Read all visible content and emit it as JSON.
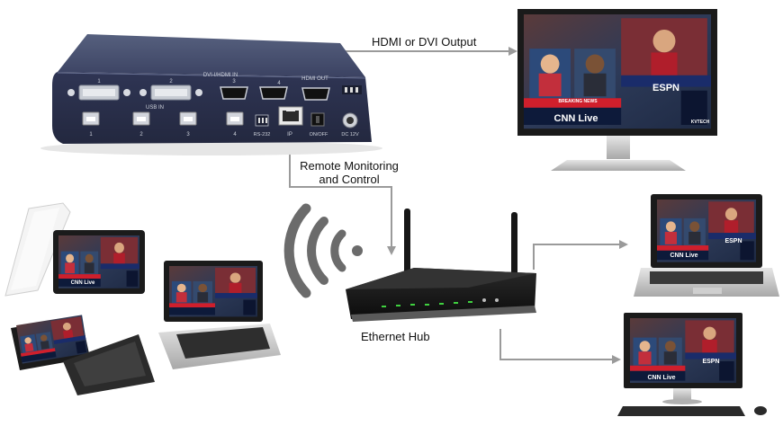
{
  "labels": {
    "hdmi_output": "HDMI or DVI Output",
    "remote_monitoring": "Remote Monitoring",
    "and_control": "and Control",
    "ethernet_hub": "Ethernet Hub"
  },
  "device": {
    "input_group_label": "DVI-I/HDMI IN",
    "usb_group_label": "USB IN",
    "output_label": "HDMI OUT",
    "rs232_label": "RS-232",
    "ip_label": "IP",
    "power_switch_label": "ON/OFF",
    "dc_label": "DC 12V",
    "input_numbers": [
      "1",
      "2",
      "3",
      "4"
    ],
    "usb_numbers": [
      "1",
      "2",
      "3",
      "4"
    ]
  },
  "screen_content": {
    "channel_a": "ESPN",
    "channel_b": "CNN Live",
    "ticker": "BREAKING NEWS",
    "brand": "KVTECH"
  },
  "colors": {
    "device_body": "#3a3f5c",
    "connector_line": "#9a9a9a",
    "wifi": "#6b6b6b",
    "router_body": "#1c1c1c",
    "router_led": "#3fd13f",
    "screen_frame": "#1a1a1a"
  }
}
